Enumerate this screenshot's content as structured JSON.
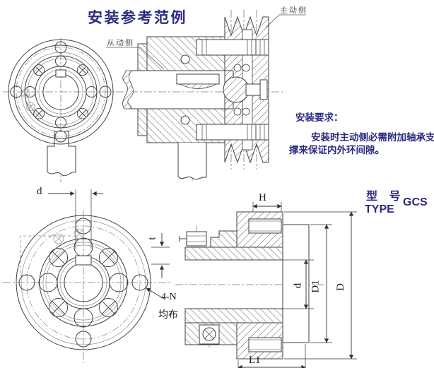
{
  "title": "安装参考范例",
  "section_labels": {
    "driven": "从动侧",
    "driving": "主动侧"
  },
  "note": {
    "heading": "安装要求：",
    "line1": "安装时主动侧必需附加轴承支",
    "line2": "撑来保证内外环间隙。"
  },
  "model": {
    "label_cn": "型 号",
    "label_en": "TYPE",
    "value": "GCS"
  },
  "dimensions": {
    "keyway_width_top": "d",
    "keyway_depth": "t",
    "holes_count": "4-N",
    "holes_note": "均布",
    "flange_width": "H",
    "bore_diameter": "d",
    "spigot_diameter": "D1",
    "outer_diameter": "D",
    "length": "L1"
  },
  "colors": {
    "accent_navy": "#2b2b80",
    "drawing_line": "#3f3f46",
    "light_line": "#999999",
    "label_gray": "#5a5a5a",
    "dim_text": "#1a1a1a"
  }
}
